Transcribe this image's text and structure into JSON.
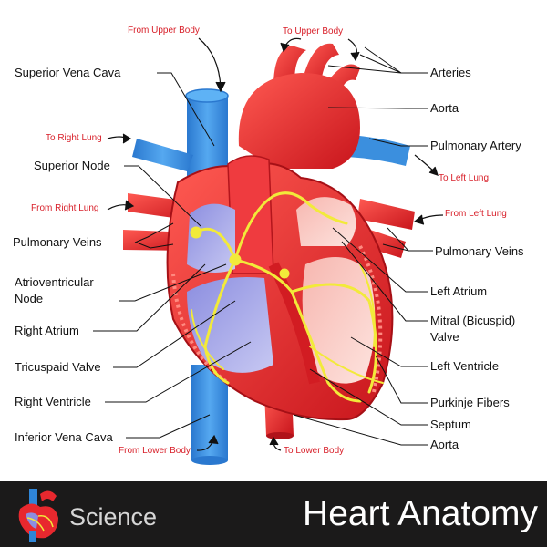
{
  "flow_labels": {
    "from_upper_body": "From Upper Body",
    "to_upper_body": "To Upper Body",
    "to_right_lung": "To Right Lung",
    "to_left_lung": "To Left Lung",
    "from_right_lung": "From Right Lung",
    "from_left_lung": "From Left Lung",
    "from_lower_body": "From Lower Body",
    "to_lower_body": "To Lower Body"
  },
  "labels_left": {
    "superior_vena_cava": "Superior Vena Cava",
    "superior_node": "Superior  Node",
    "pulmonary_veins": "Pulmonary Veins",
    "av_node_line1": "Atrioventricular",
    "av_node_line2": "Node",
    "right_atrium": "Right Atrium",
    "tricuspid_valve": "Tricuspaid Valve",
    "right_ventricle": "Right Ventricle",
    "inferior_vena_cava": "Inferior  Vena Cava"
  },
  "labels_right": {
    "arteries": "Arteries",
    "aorta": "Aorta",
    "pulmonary_artery": "Pulmonary Artery",
    "pulmonary_veins": "Pulmonary Veins",
    "left_atrium": "Left Atrium",
    "mitral_line1": "Mitral (Bicuspid)",
    "mitral_line2": "Valve",
    "left_ventricle": "Left Ventricle",
    "purkinje_fibers": "Purkinje Fibers",
    "septum": "Septum",
    "aorta_bottom": "Aorta"
  },
  "footer": {
    "category": "Science",
    "title": "Heart Anatomy"
  },
  "colors": {
    "red": "#e8282e",
    "blue": "#2f86d8",
    "yellow": "#f2ea3a",
    "footer_bg": "#1b1a1a"
  }
}
